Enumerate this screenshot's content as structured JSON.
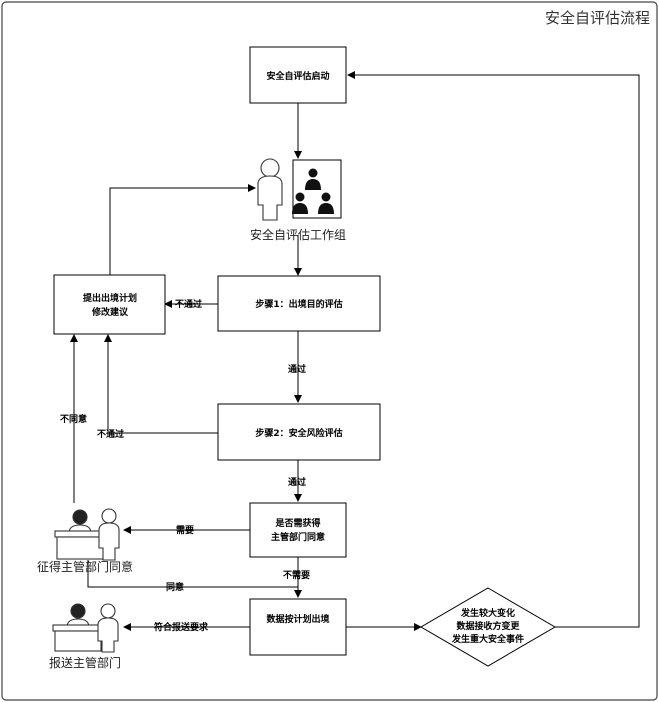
{
  "title": "安全自评估流程",
  "nodes": {
    "start": "安全自评估启动",
    "workgroup": "安全自评估工作组",
    "step1": "步骤1：出境目的评估",
    "step2": "步骤2：安全风险评估",
    "suggest_line1": "提出出境计划",
    "suggest_line2": "修改建议",
    "consent_line1": "是否需获得",
    "consent_line2": "主管部门同意",
    "export": "数据按计划出境",
    "change_line1": "发生较大变化",
    "change_line2": "数据接收方变更",
    "change_line3": "发生重大安全事件",
    "obtain_approval": "征得主管部门同意",
    "report": "报送主管部门"
  },
  "edges": {
    "step1_fail": "不通过",
    "step1_pass": "通过",
    "step2_fail": "不通过",
    "step2_pass": "通过",
    "need": "需要",
    "no_need": "不需要",
    "disagree": "不同意",
    "agree": "同意",
    "meets_report": "符合报送要求"
  }
}
